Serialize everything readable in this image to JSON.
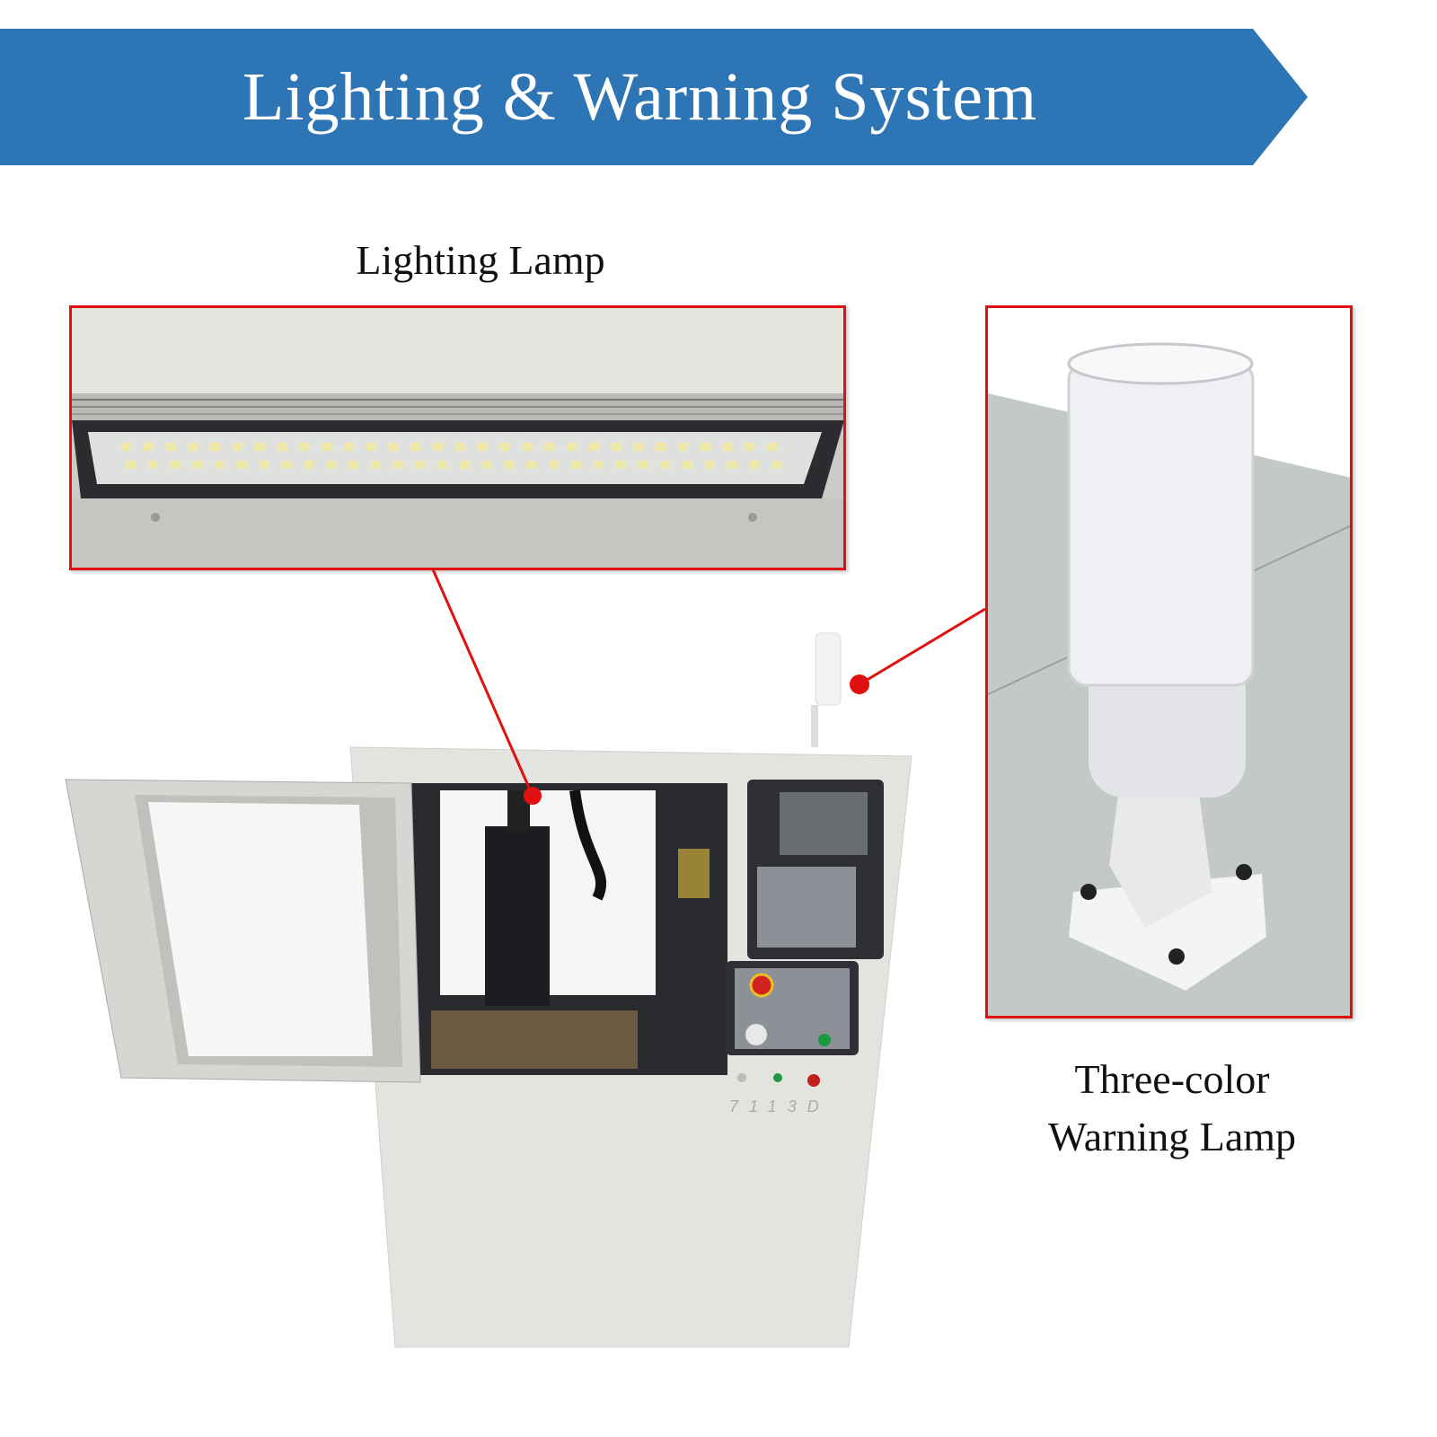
{
  "header": {
    "title": "Lighting & Warning System",
    "color": "#2e75b6"
  },
  "callouts": {
    "lighting_lamp": {
      "label": "Lighting Lamp"
    },
    "warning_lamp": {
      "line1": "Three-color",
      "line2": "Warning Lamp"
    }
  },
  "machine": {
    "model_label": "7113D"
  },
  "accent_color": "#e01010"
}
